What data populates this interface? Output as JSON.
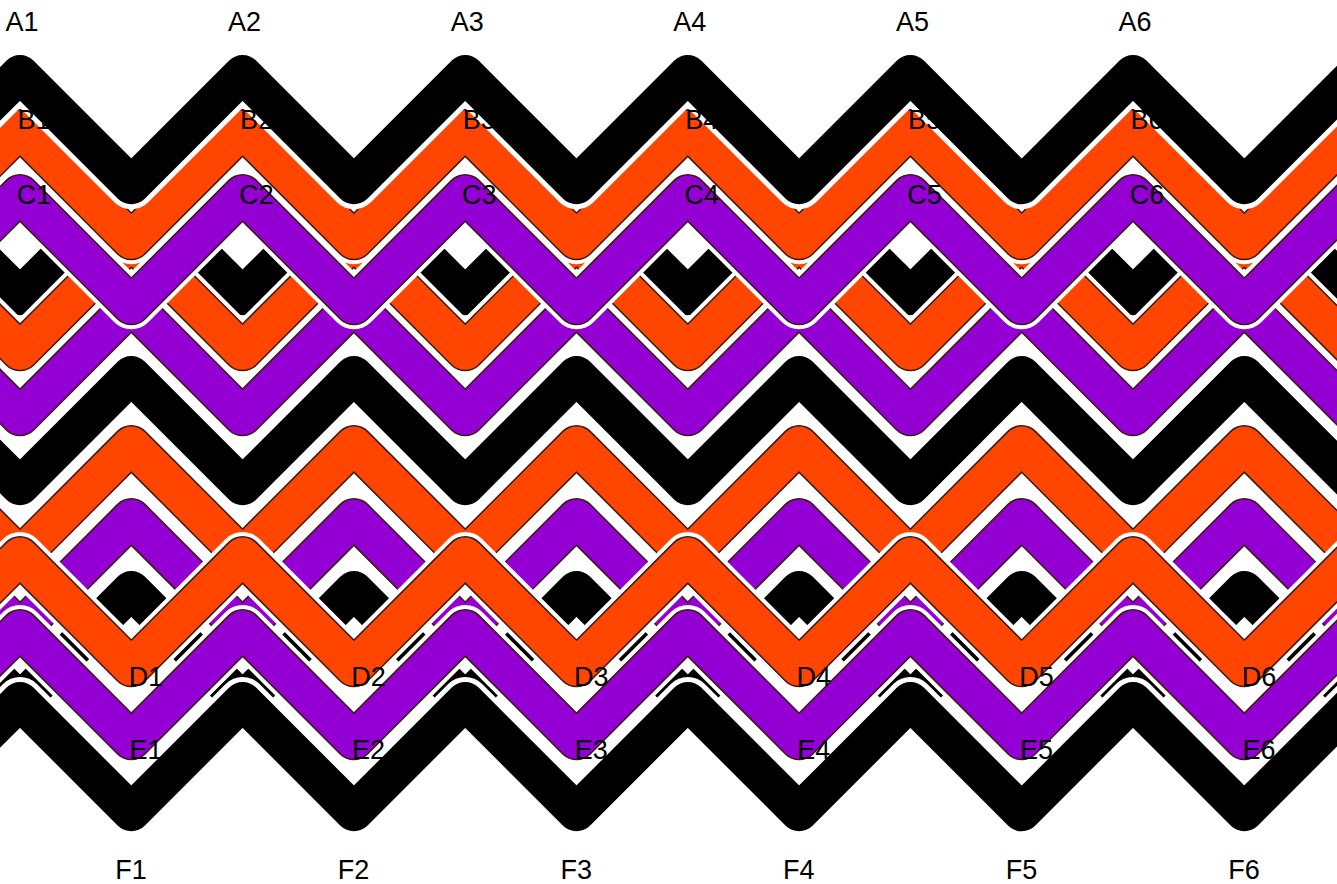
{
  "diagram": {
    "labels": [
      "A1",
      "A2",
      "A3",
      "A4",
      "A5",
      "A6",
      "B1",
      "B2",
      "B3",
      "B4",
      "B5",
      "B6",
      "C1",
      "C2",
      "C3",
      "C4",
      "C5",
      "C6",
      "D1",
      "D2",
      "D3",
      "D4",
      "D5",
      "D6",
      "E1",
      "E2",
      "E3",
      "E4",
      "E5",
      "E6",
      "F1",
      "F2",
      "F3",
      "F4",
      "F5",
      "F6"
    ]
  }
}
